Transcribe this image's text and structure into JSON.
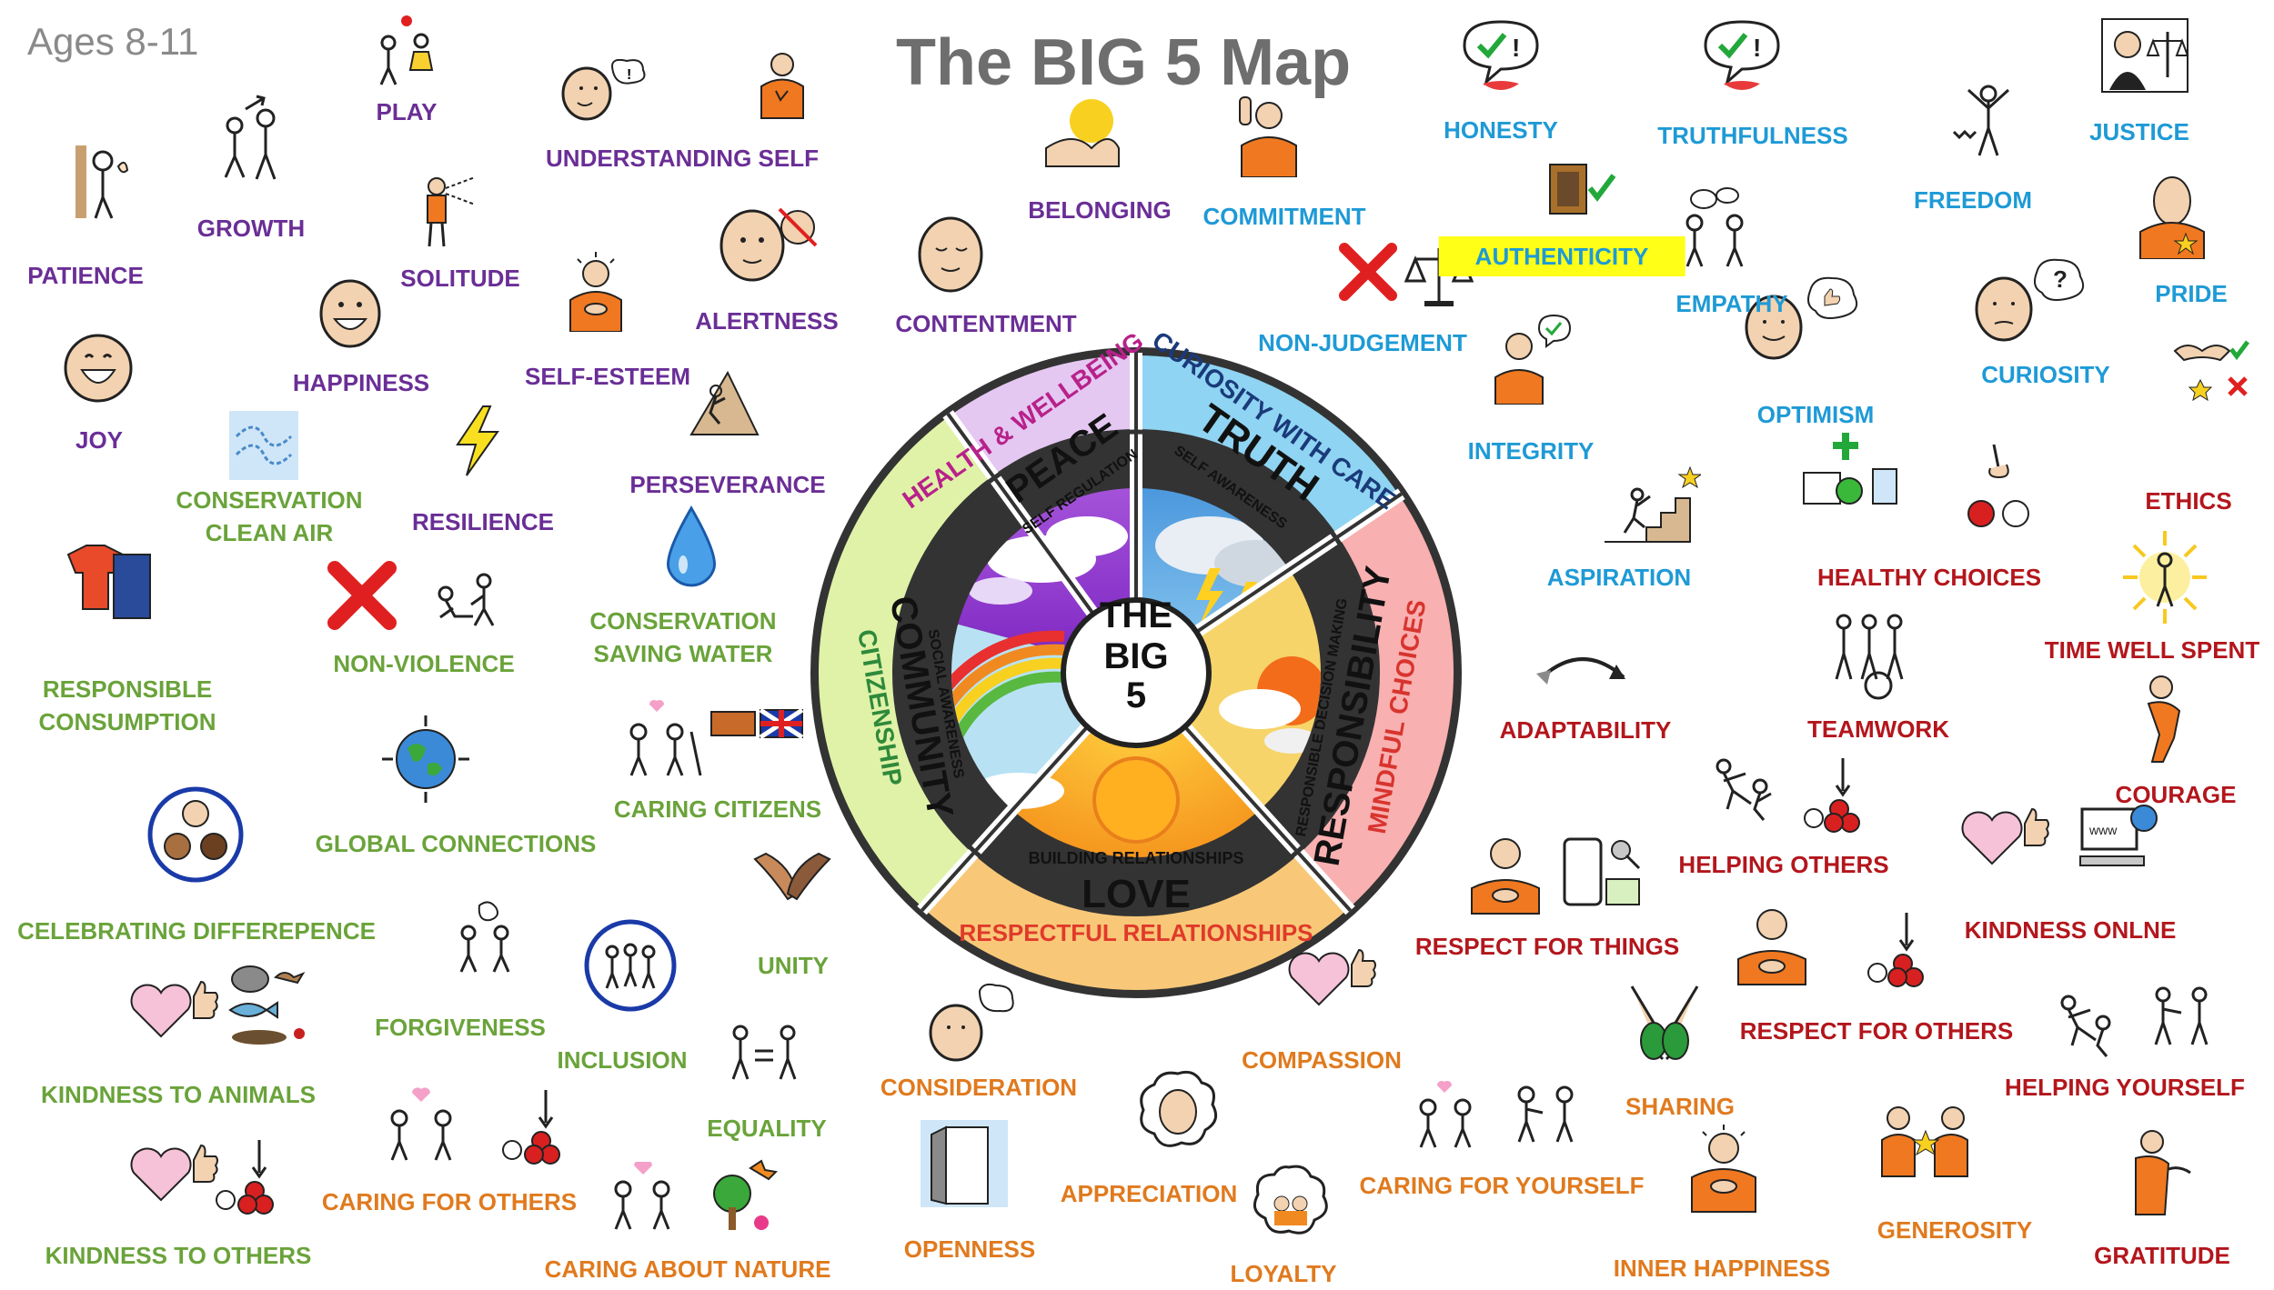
{
  "header": {
    "age_range": "Ages 8-11",
    "title": "The BIG 5 Map"
  },
  "colors": {
    "peace": "#6a2e96",
    "truth": "#1e9ad6",
    "responsibility": "#b3161c",
    "love": "#e07a1e",
    "community": "#6aa33a",
    "peace_bg": "#e4c8f2",
    "truth_bg": "#8fd4f2",
    "responsibility_bg": "#f8b0b0",
    "love_bg": "#f8c878",
    "community_bg": "#e0f2a8",
    "highlight": "#ffff17"
  },
  "wheel": {
    "center_lines": [
      "THE",
      "BIG",
      "5"
    ],
    "segments": [
      {
        "name": "PEACE",
        "outer": "HEALTH & WELLBEING",
        "inner": "SELF REGULATION"
      },
      {
        "name": "TRUTH",
        "outer": "CURIOSITY WITH CARE",
        "inner": "SELF AWARENESS"
      },
      {
        "name": "RESPONSIBILITY",
        "outer": "MINDFUL CHOICES",
        "inner": "RESPONSIBLE DECISION MAKING"
      },
      {
        "name": "LOVE",
        "outer": "RESPECTFUL RELATIONSHIPS",
        "inner": "BUILDING RELATIONSHIPS"
      },
      {
        "name": "COMMUNITY",
        "outer": "CITIZENSHIP",
        "inner": "SOCIAL AWARENESS"
      }
    ]
  },
  "values": {
    "peace": {
      "play": "PLAY",
      "understanding_self": "UNDERSTANDING SELF",
      "growth": "GROWTH",
      "patience": "PATIENCE",
      "solitude": "SOLITUDE",
      "happiness": "HAPPINESS",
      "joy": "JOY",
      "self_esteem": "SELF-ESTEEM",
      "alertness": "ALERTNESS",
      "contentment": "CONTENTMENT",
      "belonging": "BELONGING",
      "resilience": "RESILIENCE",
      "perseverance": "PERSEVERANCE",
      "non_violence": "NON-VIOLENCE"
    },
    "truth": {
      "commitment": "COMMITMENT",
      "honesty": "HONESTY",
      "truthfulness": "TRUTHFULNESS",
      "justice": "JUSTICE",
      "freedom": "FREEDOM",
      "authenticity": "AUTHENTICITY",
      "empathy": "EMPATHY",
      "pride": "PRIDE",
      "non_judgement": "NON-JUDGEMENT",
      "curiosity": "CURIOSITY",
      "optimism": "OPTIMISM",
      "integrity": "INTEGRITY",
      "aspiration": "ASPIRATION"
    },
    "responsibility": {
      "ethics": "ETHICS",
      "healthy_choices": "HEALTHY CHOICES",
      "time_well_spent": "TIME WELL SPENT",
      "adaptability": "ADAPTABILITY",
      "teamwork": "TEAMWORK",
      "courage": "COURAGE",
      "helping_others": "HELPING OTHERS",
      "respect_for_things": "RESPECT FOR THINGS",
      "kindness_online": "KINDNESS ONLNE",
      "respect_for_others": "RESPECT FOR OTHERS",
      "helping_yourself": "HELPING YOURSELF",
      "gratitude": "GRATITUDE"
    },
    "love": {
      "compassion": "COMPASSION",
      "consideration": "CONSIDERATION",
      "sharing": "SHARING",
      "caring_for_yourself": "CARING FOR YOURSELF",
      "appreciation": "APPRECIATION",
      "generosity": "GENEROSITY",
      "openness": "OPENNESS",
      "loyalty": "LOYALTY",
      "inner_happiness": "INNER HAPPINESS",
      "caring_for_others": "CARING FOR OTHERS",
      "caring_about_nature": "CARING ABOUT NATURE"
    },
    "community": {
      "conservation_clean_air": [
        "CONSERVATION",
        "CLEAN AIR"
      ],
      "conservation_saving_water": [
        "CONSERVATION",
        "SAVING WATER"
      ],
      "responsible_consumption": [
        "RESPONSIBLE",
        "CONSUMPTION"
      ],
      "caring_citizens": "CARING CITIZENS",
      "global_connections": "GLOBAL CONNECTIONS",
      "celebrating_difference": "CELEBRATING DIFFEREРENCE",
      "unity": "UNITY",
      "forgiveness": "FORGIVENESS",
      "inclusion": "INCLUSION",
      "kindness_to_animals": "KINDNESS TO ANIMALS",
      "equality": "EQUALITY",
      "kindness_to_others": "KINDNESS TO OTHERS"
    }
  }
}
